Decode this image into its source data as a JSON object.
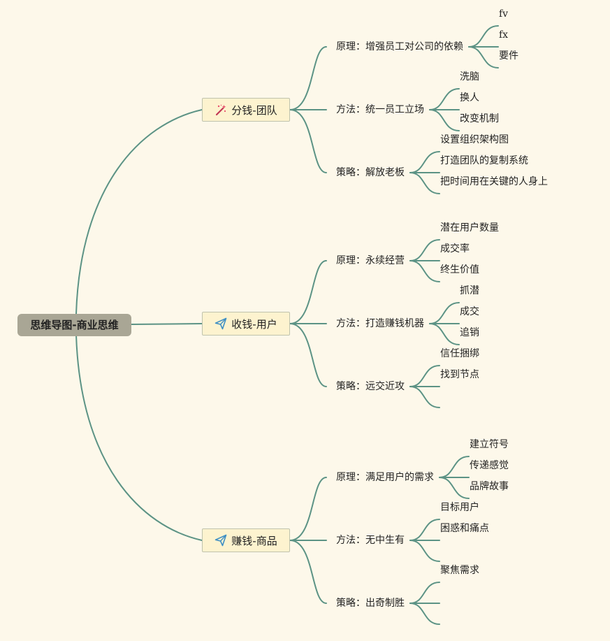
{
  "root": {
    "label": "思维导图-商业思维"
  },
  "branches": [
    {
      "label": "分钱-团队",
      "icon": "sparkle-wand-icon",
      "groups": [
        {
          "label": "原理：增强员工对公司的依赖",
          "items": [
            "fv",
            "fx",
            "要件"
          ]
        },
        {
          "label": "方法：统一员工立场",
          "items": [
            "洗脑",
            "换人",
            "改变机制"
          ]
        },
        {
          "label": "策略：解放老板",
          "items": [
            "设置组织架构图",
            "打造团队的复制系统",
            "把时间用在关键的人身上"
          ]
        }
      ]
    },
    {
      "label": "收钱-用户",
      "icon": "paper-plane-icon",
      "groups": [
        {
          "label": "原理：永续经营",
          "items": [
            "潜在用户数量",
            "成交率",
            "终生价值"
          ]
        },
        {
          "label": "方法：打造赚钱机器",
          "items": [
            "抓潜",
            "成交",
            "追销"
          ]
        },
        {
          "label": "策略：远交近攻",
          "items": [
            "信任捆绑",
            "找到节点",
            ""
          ]
        }
      ]
    },
    {
      "label": "赚钱-商品",
      "icon": "paper-plane-icon",
      "groups": [
        {
          "label": "原理：满足用户的需求",
          "items": [
            "建立符号",
            "传递感觉",
            "品牌故事"
          ]
        },
        {
          "label": "方法：无中生有",
          "items": [
            "目标用户",
            "困惑和痛点",
            ""
          ]
        },
        {
          "label": "策略：出奇制胜",
          "items": [
            "聚焦需求",
            "",
            ""
          ]
        }
      ]
    }
  ],
  "colors": {
    "line": "#5c9385",
    "root_bg": "#a9a695",
    "node_bg": "#fdf3cf",
    "page_bg": "#fdf8ea"
  }
}
